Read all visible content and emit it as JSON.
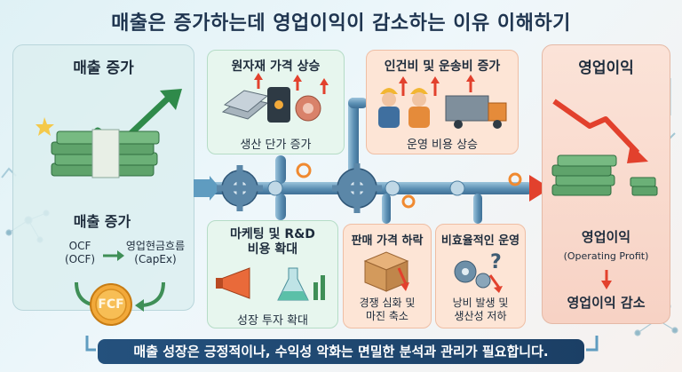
{
  "title": "매출은 증가하는데 영업이익이 감소하는 이유 이해하기",
  "left_panel": {
    "heading": "매출 증가",
    "caption": "매출 증가",
    "ocf_label": "OCF\n(OCF)",
    "capex_label": "영업현금흐름\n(CapEx)",
    "fcf_badge": "FCF"
  },
  "cards": {
    "raw_materials": {
      "title": "원자재 가격 상승",
      "caption": "생산 단가 증가"
    },
    "labor_shipping": {
      "title": "인건비 및 운송비 증가",
      "caption": "운영 비용 상승"
    },
    "marketing_rd": {
      "title": "마케팅 및 R&D\n비용 확대",
      "caption": "성장 투자 확대"
    },
    "price_drop": {
      "title": "판매 가격 하락",
      "caption": "경쟁 심화 및\n마진 축소"
    },
    "inefficiency": {
      "title": "비효율적인 운영",
      "caption": "낭비 발생 및\n생산성 저하"
    }
  },
  "right_panel": {
    "heading": "영업이익",
    "label": "영업이익",
    "label_en": "(Operating Profit)",
    "result": "영업이익 감소"
  },
  "banner": "매출 성장은 긍정적이나, 수익성 악화는 면밀한 분석과 관리가 필요합니다.",
  "colors": {
    "accent_red": "#e2412d",
    "pipe_blue": "#4f86ad",
    "money_green": "#3f8f57",
    "banner_navy": "#1f4a74"
  },
  "icons": [
    "money-stack-icon",
    "fcf-coin-icon",
    "gear-icon",
    "factory-material-icon",
    "worker-icon",
    "truck-icon",
    "megaphone-icon",
    "flask-chart-icon",
    "box-icon",
    "question-gears-icon"
  ]
}
